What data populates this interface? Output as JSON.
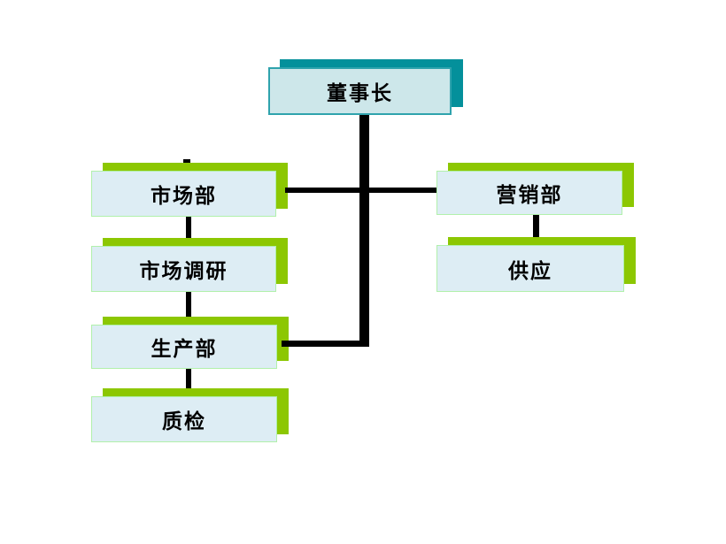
{
  "diagram": {
    "type": "org-chart",
    "nodes": {
      "chairman": {
        "label": "董事长"
      },
      "marketing": {
        "label": "市场部"
      },
      "sales": {
        "label": "营销部"
      },
      "research": {
        "label": "市场调研"
      },
      "production": {
        "label": "生产部"
      },
      "quality": {
        "label": "质检"
      },
      "supply": {
        "label": "供应"
      }
    },
    "edges": [
      {
        "from": "董事长",
        "to": "市场部"
      },
      {
        "from": "董事长",
        "to": "营销部"
      },
      {
        "from": "董事长",
        "to": "生产部"
      },
      {
        "from": "市场部",
        "to": "市场调研"
      },
      {
        "from": "市场调研",
        "to": "生产部"
      },
      {
        "from": "生产部",
        "to": "质检"
      },
      {
        "from": "营销部",
        "to": "供应"
      }
    ],
    "colors": {
      "node_fill": "#ddedf4",
      "node_border": "#b1f0ab",
      "green_shadow": "#8cc702",
      "top_fill": "#cde7ea",
      "top_border": "#2fa3ad",
      "teal_shadow": "#04909b",
      "connector": "#000000",
      "background": "#ffffff"
    }
  }
}
